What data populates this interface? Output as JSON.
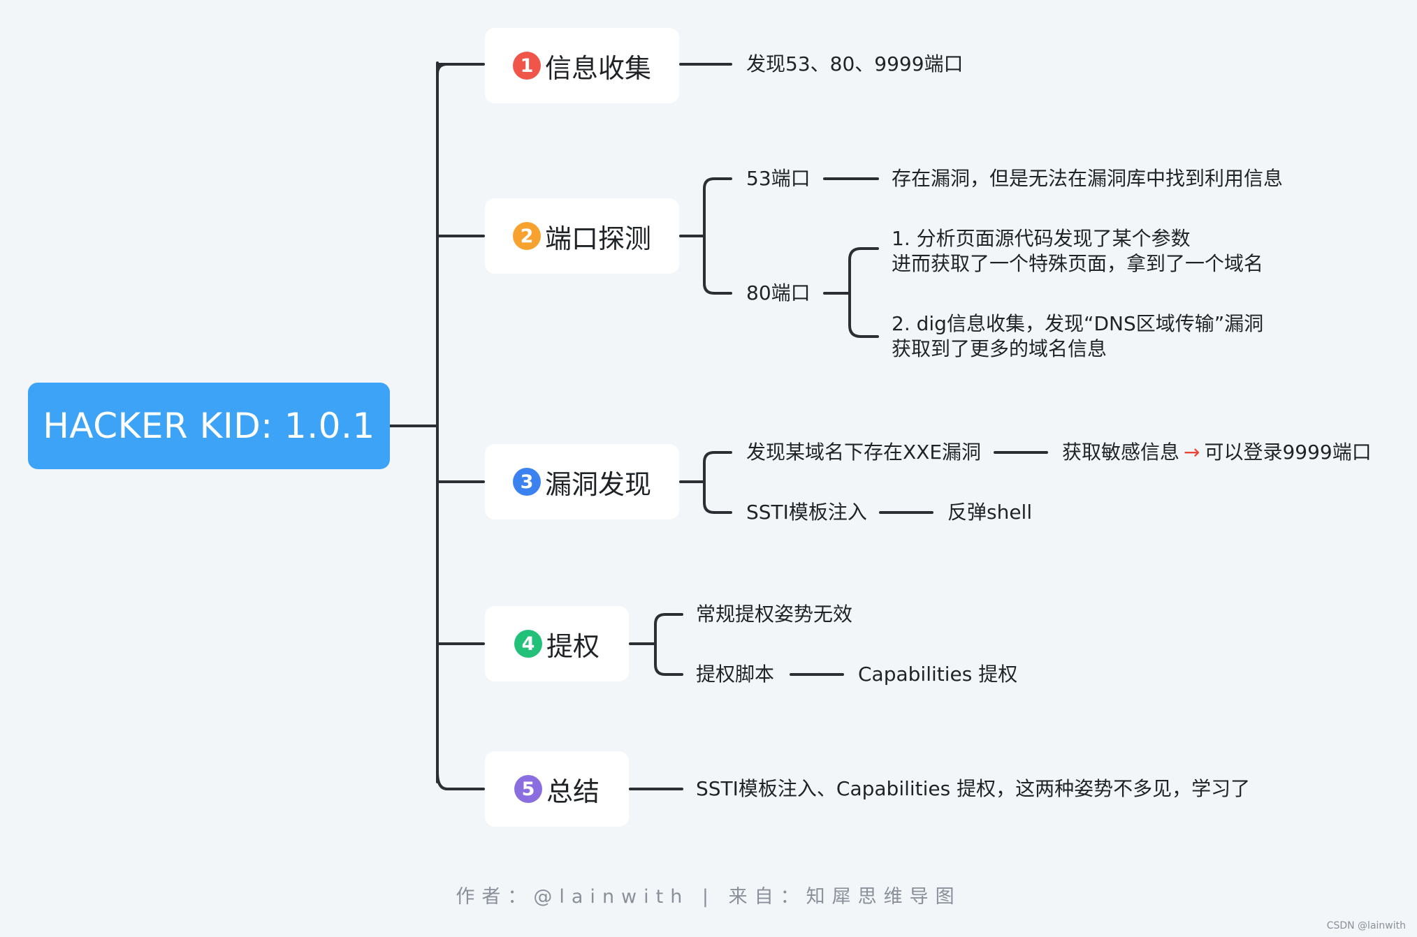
{
  "root": {
    "title": "HACKER KID: 1.0.1"
  },
  "topics": [
    {
      "number": "1",
      "label": "信息收集",
      "color": "#f0554a"
    },
    {
      "number": "2",
      "label": "端口探测",
      "color": "#f7a12e"
    },
    {
      "number": "3",
      "label": "漏洞发现",
      "color": "#3b82f0"
    },
    {
      "number": "4",
      "label": "提权",
      "color": "#23c07a"
    },
    {
      "number": "5",
      "label": "总结",
      "color": "#8a6ee0"
    }
  ],
  "leaves": {
    "info": "发现53、80、9999端口",
    "port53": "53端口",
    "port53_detail": "存在漏洞，但是无法在漏洞库中找到利用信息",
    "port80": "80端口",
    "port80_d1_line1": "1. 分析页面源代码发现了某个参数",
    "port80_d1_line2": "进而获取了一个特殊页面，拿到了一个域名",
    "port80_d2_line1": "2. dig信息收集，发现“DNS区域传输”漏洞",
    "port80_d2_line2": "获取到了更多的域名信息",
    "xxe": "发现某域名下存在XXE漏洞",
    "xxe_result_a": "获取敏感信息",
    "xxe_arrow": "→",
    "xxe_result_b": "可以登录9999端口",
    "ssti": "SSTI模板注入",
    "ssti_result": "反弹shell",
    "priv_normal": "常规提权姿势无效",
    "priv_script": "提权脚本",
    "priv_cap": "Capabilities 提权",
    "summary": "SSTI模板注入、Capabilities 提权，这两种姿势不多见，学习了"
  },
  "footer": "作者：@lainwith | 来自：知犀思维导图",
  "credit": "CSDN @lainwith",
  "colors": {
    "root": "#3da3f7",
    "line": "#2b2f33",
    "background": "#f3f6f9"
  }
}
